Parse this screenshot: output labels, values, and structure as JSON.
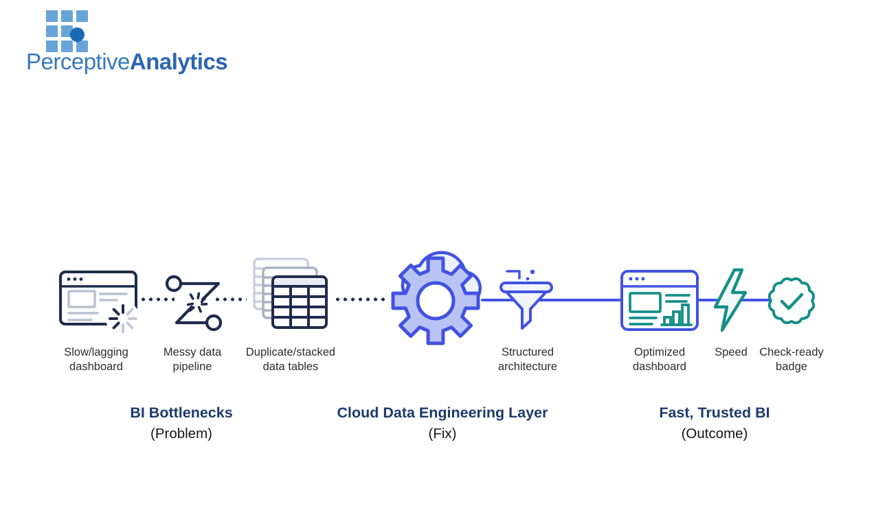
{
  "logo": {
    "brand_light": "Perceptive",
    "brand_bold": "Analytics",
    "grid_icon": "blue-squares-grid-with-dot"
  },
  "colors": {
    "navy_icon": "#1f2b4d",
    "blue_accent": "#4152e2",
    "blue_fill": "#b9c4f4",
    "teal_accent": "#168f88",
    "gray_accent": "#b9c0cf",
    "header_navy": "#1d3a6d",
    "label_text": "#2d2d2d",
    "logo_light_blue": "#67a4d9",
    "logo_dark_blue": "#1b6bb4"
  },
  "icons": [
    "slow-dashboard-icon",
    "messy-pipeline-icon",
    "stacked-tables-icon",
    "cloud-gear-icon",
    "funnel-icon",
    "optimized-dashboard-icon",
    "lightning-icon",
    "check-badge-icon"
  ],
  "labels": [
    {
      "line1": "Slow/lagging",
      "line2": "dashboard"
    },
    {
      "line1": "Messy data",
      "line2": "pipeline"
    },
    {
      "line1": "Duplicate/stacked",
      "line2": "data tables"
    },
    {
      "line1": "Structured",
      "line2": "architecture"
    },
    {
      "line1": "Optimized",
      "line2": "dashboard"
    },
    {
      "line1": "Speed",
      "line2": ""
    },
    {
      "line1": "Check-ready",
      "line2": "badge"
    }
  ],
  "sections": [
    {
      "title": "BI Bottlenecks",
      "subtitle": "(Problem)"
    },
    {
      "title": "Cloud Data Engineering Layer",
      "subtitle": "(Fix)"
    },
    {
      "title": "Fast, Trusted BI",
      "subtitle": "(Outcome)"
    }
  ]
}
